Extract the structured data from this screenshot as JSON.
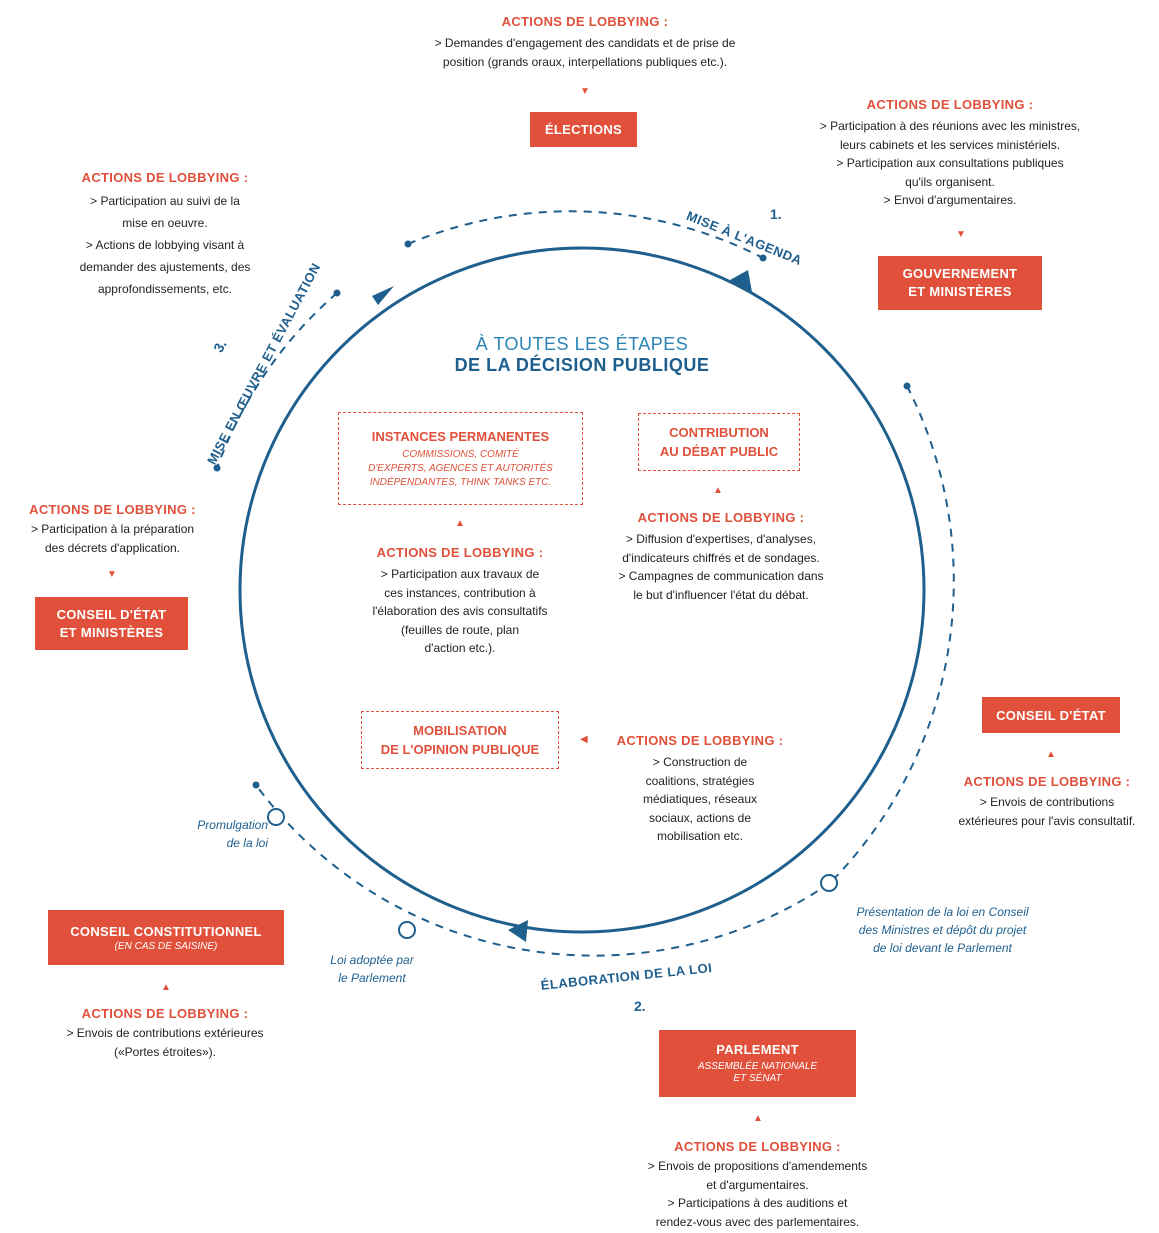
{
  "center_title": {
    "line1": "À TOUTES LES ÉTAPES",
    "line2": "DE LA DÉCISION PUBLIQUE"
  },
  "lobbying_title": "ACTIONS DE LOBBYING :",
  "top": {
    "lines": [
      "> Demandes d'engagement des candidats et de prise de",
      "position (grands oraux, interpellations publiques etc.)."
    ],
    "box": "ÉLECTIONS"
  },
  "top_right": {
    "lines": [
      "> Participation à des réunions avec les ministres,",
      "leurs cabinets et les services ministériels.",
      "> Participation aux consultations publiques",
      "qu'ils organisent.",
      "> Envoi d'argumentaires."
    ],
    "box_line1": "GOUVERNEMENT",
    "box_line2": "ET MINISTÈRES"
  },
  "top_left": {
    "lines": [
      "> Participation au suivi de la",
      "mise en oeuvre.",
      "> Actions de lobbying visant à",
      "demander des ajustements, des",
      "approfondissements, etc."
    ]
  },
  "left": {
    "lines": [
      "> Participation à la préparation",
      "des décrets d'application."
    ],
    "box_line1": "CONSEIL D'ÉTAT",
    "box_line2": "ET MINISTÈRES"
  },
  "right": {
    "box": "CONSEIL D'ÉTAT",
    "lines": [
      "> Envois de contributions",
      "extérieures pour l'avis consultatif."
    ]
  },
  "bottom_left": {
    "box": "CONSEIL CONSTITUTIONNEL",
    "box_sub": "(EN CAS DE SAISINE)",
    "lines": [
      "> Envois de contributions extérieures",
      "(«Portes étroites»)."
    ]
  },
  "bottom": {
    "box": "PARLEMENT",
    "box_sub1": "ASSEMBLÉE NATIONALE",
    "box_sub2": "ET SÉNAT",
    "lines": [
      "> Envois de propositions d'amendements",
      "et d'argumentaires.",
      "> Participations à des auditions et",
      "rendez-vous avec des parlementaires."
    ]
  },
  "inner": {
    "instances": {
      "title": "INSTANCES PERMANENTES",
      "sub": [
        "COMMISSIONS, COMITÉ",
        "D'EXPERTS, AGENCES ET AUTORITÉS",
        "INDÉPENDANTES, THINK TANKS ETC."
      ],
      "lines": [
        "> Participation aux travaux de",
        "ces instances, contribution à",
        "l'élaboration des avis consultatifs",
        "(feuilles de route, plan",
        "d'action etc.)."
      ]
    },
    "contribution": {
      "title1": "CONTRIBUTION",
      "title2": "AU DÉBAT PUBLIC",
      "lines": [
        "> Diffusion d'expertises, d'analyses,",
        "d'indicateurs chiffrés et de sondages.",
        "> Campagnes de communication dans",
        "le but d'influencer l'état du débat."
      ]
    },
    "mobilisation": {
      "title1": "MOBILISATION",
      "title2": "DE L'OPINION PUBLIQUE",
      "lines": [
        "> Construction de",
        "coalitions, stratégies",
        "médiatiques, réseaux",
        "sociaux, actions de",
        "mobilisation etc."
      ]
    }
  },
  "steps": {
    "s1_num": "1.",
    "s1_label": "MISE À L'AGENDA",
    "s2_num": "2.",
    "s2_label": "ÉLABORATION DE LA LOI",
    "s3_num": "3.",
    "s3_label": "MISE EN ŒUVRE ET ÉVALUATION"
  },
  "notes": {
    "presentation": [
      "Présentation de la loi en Conseil",
      "des Ministres et dépôt du projet",
      "de loi devant le Parlement"
    ],
    "adoptee": [
      "Loi adoptée par",
      "le Parlement"
    ],
    "promulgation": [
      "Promulgation",
      "de la loi"
    ]
  },
  "colors": {
    "red": "#e0503a",
    "blue": "#1e5f8e"
  }
}
